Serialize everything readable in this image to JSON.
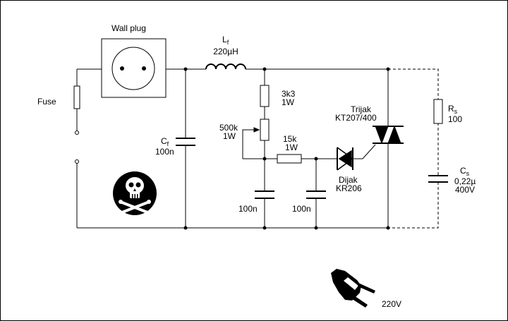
{
  "labels": {
    "wall_plug": "Wall plug",
    "fuse": "Fuse",
    "inductor_symbol": "L",
    "inductor_sub": "f",
    "inductor_value": "220µH",
    "cf_symbol": "C",
    "cf_sub": "f",
    "cf_value": "100n",
    "r3k3_value": "3k3",
    "r3k3_power": "1W",
    "pot_value": "500k",
    "pot_power": "1W",
    "r15k_value": "15k",
    "r15k_power": "1W",
    "triac_name": "Trijak",
    "triac_part": "KT207/400",
    "diac_name": "Dijak",
    "diac_part": "KR206",
    "rs_symbol": "R",
    "rs_sub": "s",
    "rs_value": "100",
    "cs_symbol": "C",
    "cs_sub": "s",
    "cs_value1": "0,22µ",
    "cs_value2": "400V",
    "cap1_value": "100n",
    "cap2_value": "100n",
    "plug_voltage": "220V"
  },
  "icons": {
    "danger": "skull-crossbones-icon",
    "plug": "power-plug-icon"
  },
  "colors": {
    "ink": "#000000",
    "background": "#ffffff"
  }
}
